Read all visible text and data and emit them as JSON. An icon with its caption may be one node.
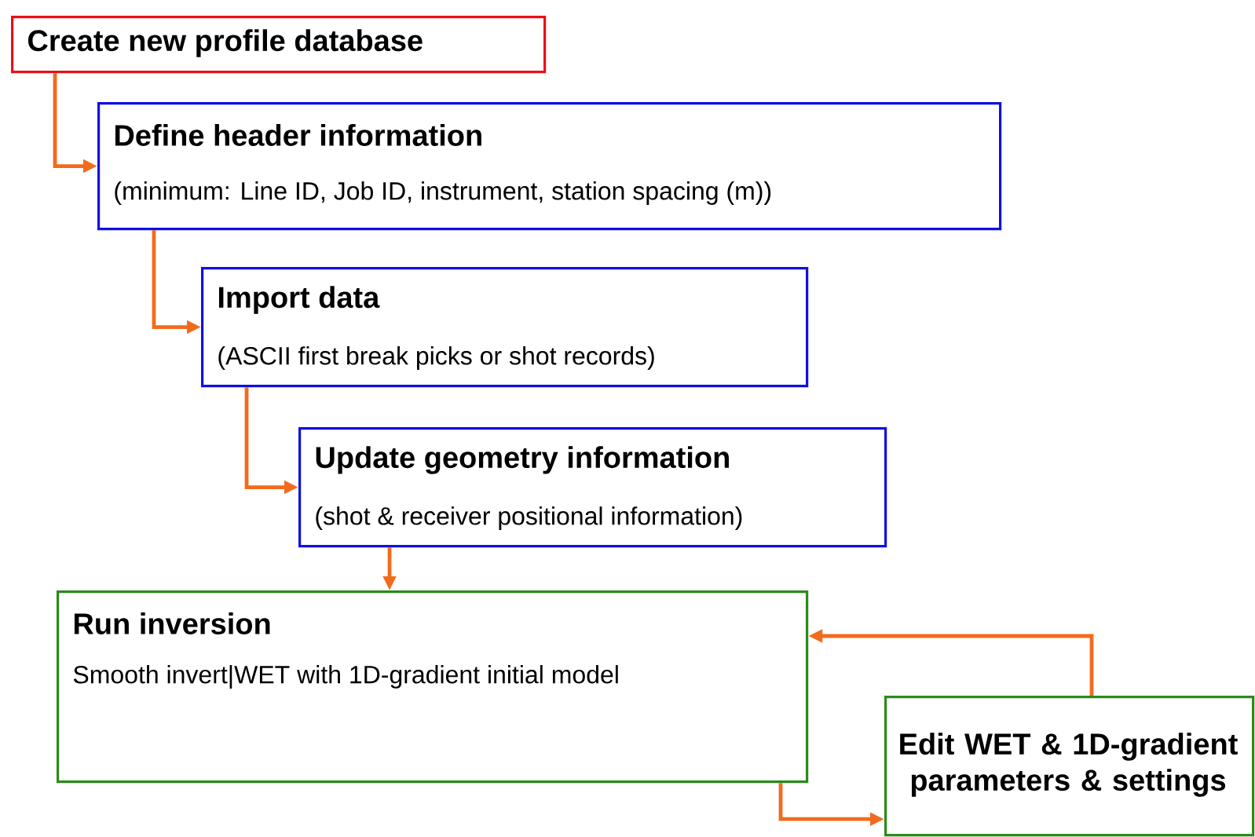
{
  "diagram": {
    "nodes": [
      {
        "text": [
          "Create new profile database"
        ]
      },
      {
        "text": [
          "Define header information",
          "(minimum: Line ID, Job ID, instrument, station spacing (m))"
        ]
      },
      {
        "text": [
          "Import data",
          "(ASCII first break picks or shot records)"
        ]
      },
      {
        "text": [
          "Update geometry information",
          "(shot & receiver positional information)"
        ]
      },
      {
        "text": [
          "Run inversion",
          "Smooth invert|WET with 1D-gradient initial model"
        ]
      },
      {
        "text": [
          "Edit WET & 1D-gradient parameters & settings"
        ]
      }
    ],
    "edges": [
      {
        "from": 0,
        "to": 1,
        "arrow": "to"
      },
      {
        "from": 1,
        "to": 2,
        "arrow": "to"
      },
      {
        "from": 2,
        "to": 3,
        "arrow": "to"
      },
      {
        "from": 3,
        "to": 4,
        "arrow": "to"
      },
      {
        "from": 4,
        "to": 5,
        "arrow": "to"
      },
      {
        "from": 5,
        "to": 4,
        "arrow": "to"
      }
    ]
  }
}
